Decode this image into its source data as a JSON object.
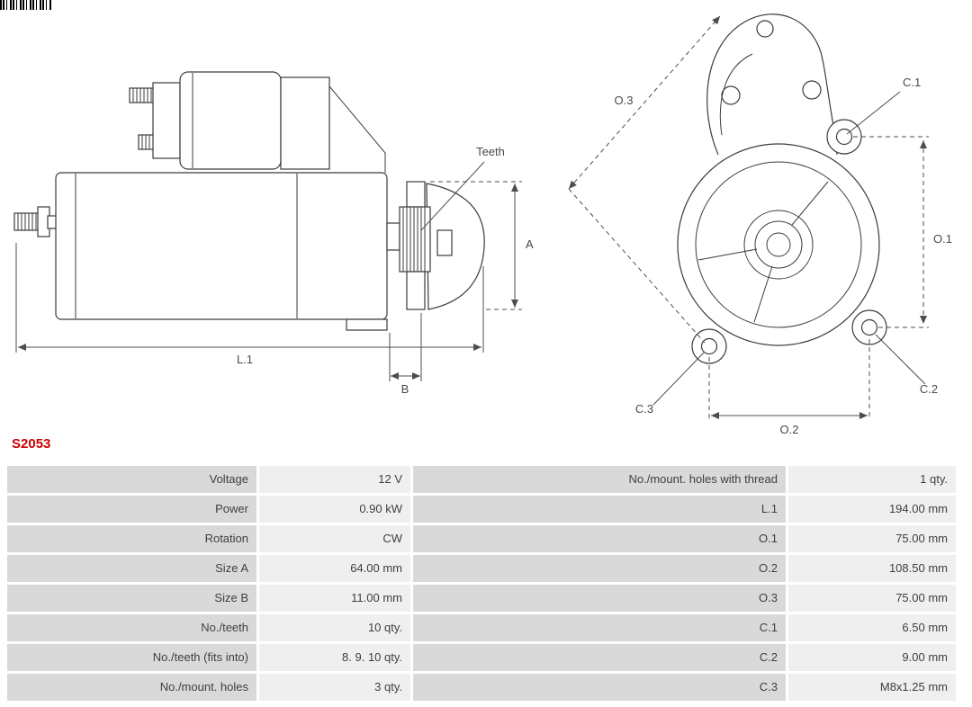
{
  "part_number": "S2053",
  "accent_color": "#cc0000",
  "diagram": {
    "labels": {
      "teeth": "Teeth",
      "a": "A",
      "b": "B",
      "l1": "L.1",
      "o1": "O.1",
      "o2": "O.2",
      "o3": "O.3",
      "c1": "C.1",
      "c2": "C.2",
      "c3": "C.3"
    }
  },
  "table": {
    "left": [
      {
        "label": "Voltage",
        "value": "12 V"
      },
      {
        "label": "Power",
        "value": "0.90 kW"
      },
      {
        "label": "Rotation",
        "value": "CW"
      },
      {
        "label": "Size A",
        "value": "64.00 mm"
      },
      {
        "label": "Size B",
        "value": "11.00 mm"
      },
      {
        "label": "No./teeth",
        "value": "10 qty."
      },
      {
        "label": "No./teeth (fits into)",
        "value": "8. 9. 10 qty."
      },
      {
        "label": "No./mount. holes",
        "value": "3 qty."
      }
    ],
    "right": [
      {
        "label": "No./mount. holes with thread",
        "value": "1 qty."
      },
      {
        "label": "L.1",
        "value": "194.00 mm"
      },
      {
        "label": "O.1",
        "value": "75.00 mm"
      },
      {
        "label": "O.2",
        "value": "108.50 mm"
      },
      {
        "label": "O.3",
        "value": "75.00 mm"
      },
      {
        "label": "C.1",
        "value": "6.50 mm"
      },
      {
        "label": "C.2",
        "value": "9.00 mm"
      },
      {
        "label": "C.3",
        "value": "M8x1.25 mm"
      }
    ]
  }
}
